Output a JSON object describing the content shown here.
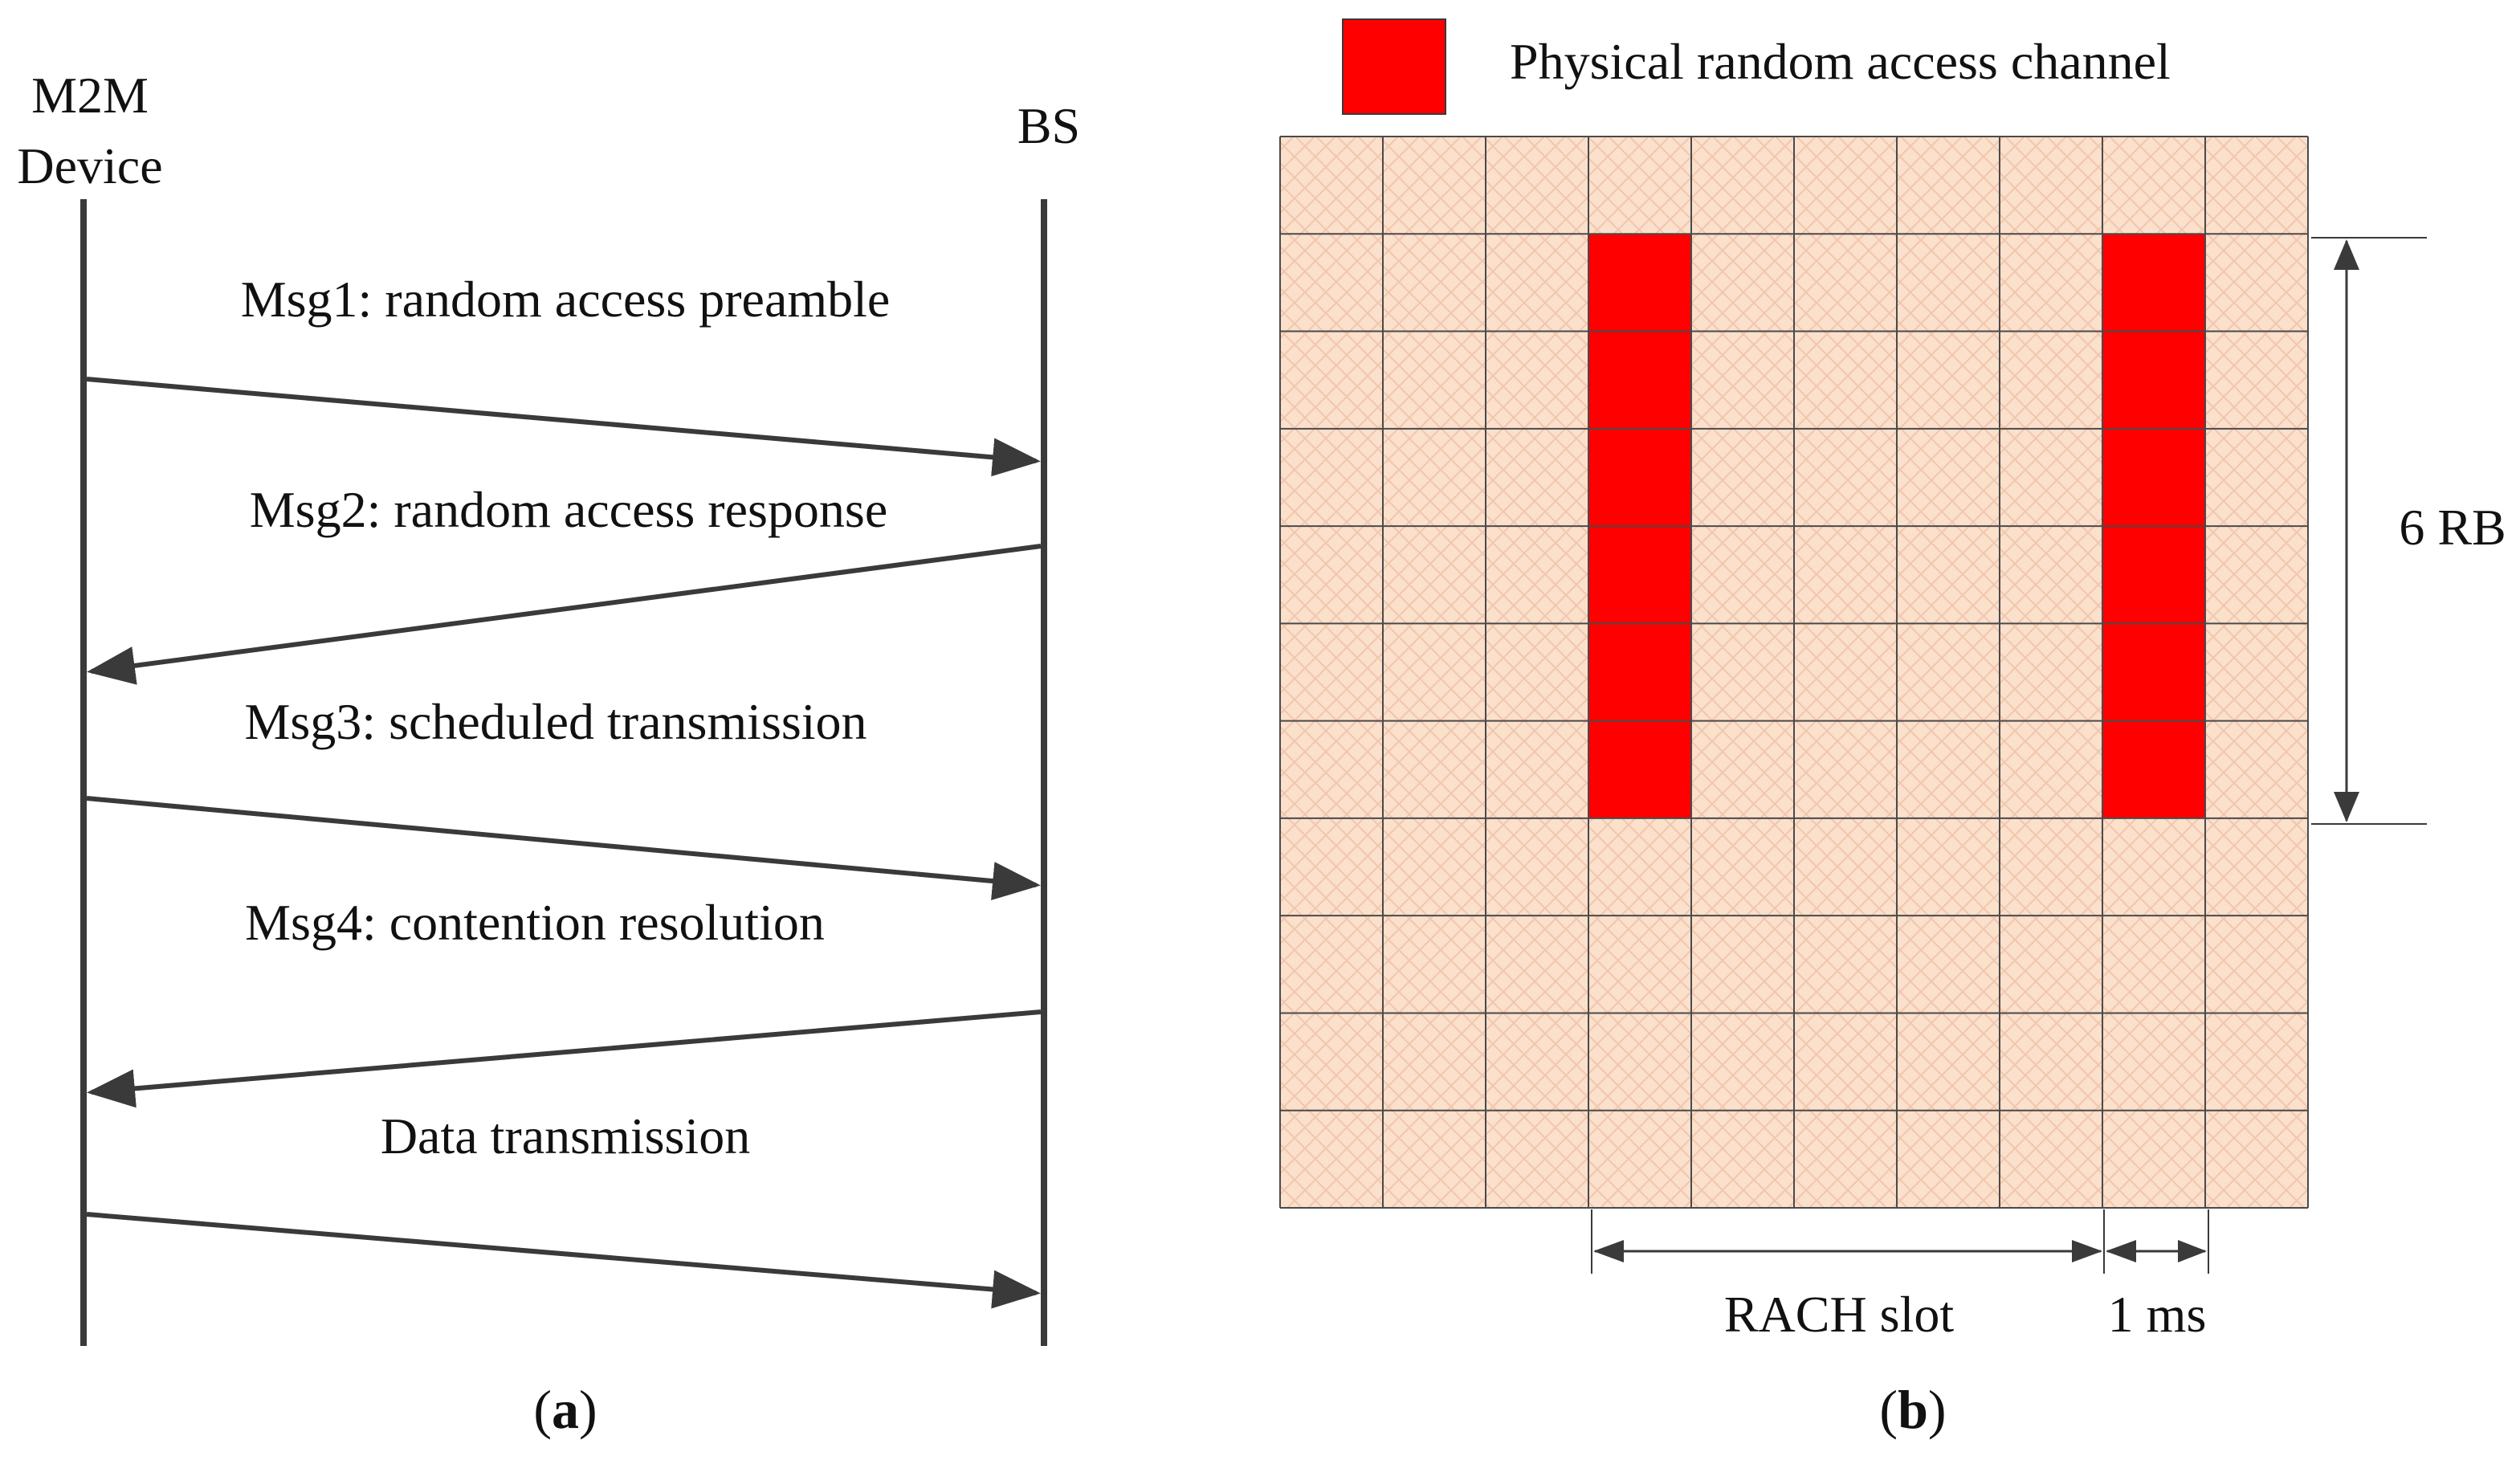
{
  "panel_a": {
    "device_label_line1": "M2M",
    "device_label_line2": "Device",
    "bs_label": "BS",
    "messages": [
      {
        "label": "Msg1: random access preamble",
        "direction": "device-to-bs"
      },
      {
        "label": "Msg2: random access response",
        "direction": "bs-to-device"
      },
      {
        "label": "Msg3: scheduled transmission",
        "direction": "device-to-bs"
      },
      {
        "label": "Msg4: contention resolution",
        "direction": "bs-to-device"
      },
      {
        "label": "Data transmission",
        "direction": "device-to-bs"
      }
    ],
    "caption_letter": "a"
  },
  "panel_b": {
    "legend_label": "Physical random access channel",
    "grid_columns": 10,
    "grid_rows": 11,
    "prach_columns": [
      3,
      8
    ],
    "prach_rows": [
      1,
      2,
      3,
      4,
      5,
      6
    ],
    "rb_label": "6 RB",
    "rach_slot_label": "RACH slot",
    "ms_label": "1 ms",
    "caption_letter": "b"
  },
  "colors": {
    "line": "#3a3a3a",
    "cell_fill": "#fbe0cc",
    "cell_hatch": "#f1c7ad",
    "prach": "#ff0000",
    "grid_line": "#4a4a4a"
  }
}
